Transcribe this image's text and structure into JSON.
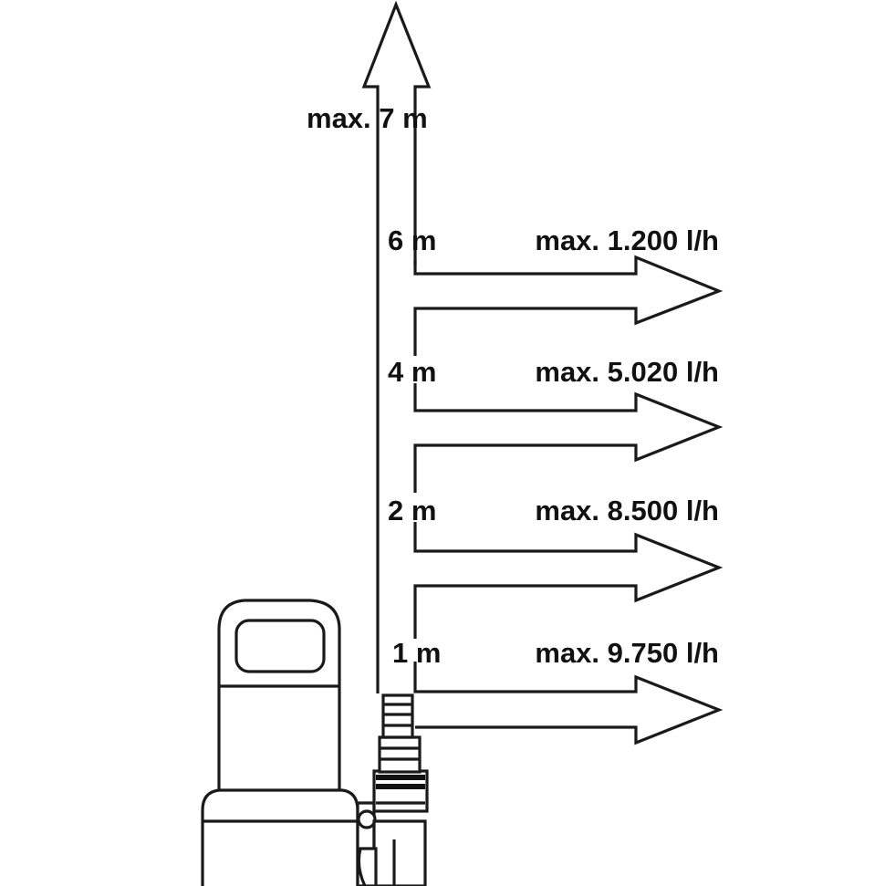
{
  "max_height_label": "max. 7 m",
  "levels": [
    {
      "height": "6 m",
      "flow": "max. 1.200 l/h"
    },
    {
      "height": "4 m",
      "flow": "max. 5.020 l/h"
    },
    {
      "height": "2 m",
      "flow": "max. 8.500 l/h"
    },
    {
      "height": "1 m",
      "flow": "max. 9.750 l/h"
    }
  ]
}
